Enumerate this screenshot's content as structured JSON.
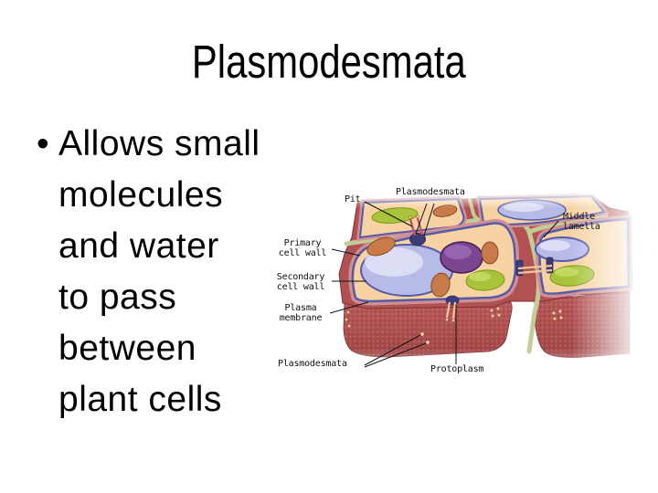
{
  "slide": {
    "title": "Plasmodesmata",
    "bullet_char": "•",
    "bullet_text": "Allows small\nmolecules\nand water\nto pass\nbetween\nplant cells"
  },
  "diagram": {
    "labels": {
      "pit": "Pit",
      "plasmodesmata_top": "Plasmodesmata",
      "middle_lamella": "Middle\nlamella",
      "primary_cell_wall": "Primary\ncell wall",
      "secondary_cell_wall": "Secondary\ncell wall",
      "plasma_membrane": "Plasma\nmembrane",
      "plasmodesmata_bottom": "Plasmodesmata",
      "protoplasm": "Protoplasm"
    },
    "colors": {
      "wall_red": "#b25151",
      "wall_dark": "#7c3038",
      "wall_pink": "#cf8f96",
      "lamella_green": "#c3cc96",
      "protoplasm_peach": "#f7d3a4",
      "membrane_blue": "#575aa5",
      "vacuole_lavender": "#b7bbe8",
      "nucleus_purple": "#7b4590",
      "organelle_orange": "#c97a4a",
      "organelle_green": "#a9c43a",
      "pit_navy": "#3c3c78"
    }
  }
}
